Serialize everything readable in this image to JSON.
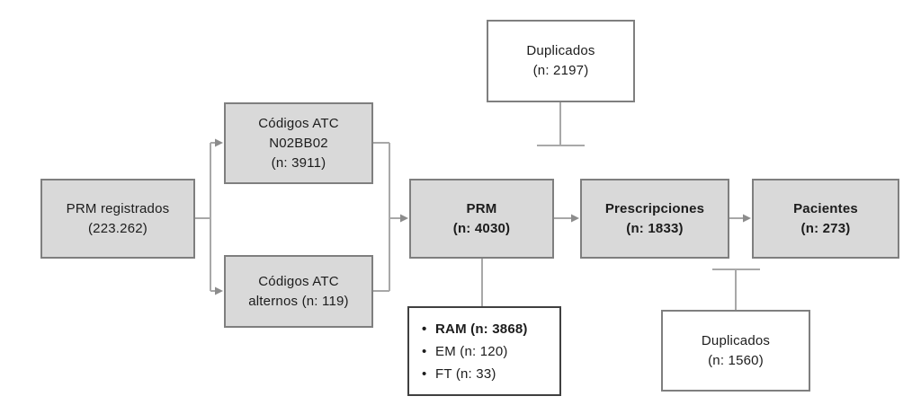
{
  "colors": {
    "page_bg": "#ffffff",
    "box_fill": "#d9d9d9",
    "box_border": "#7f7f7f",
    "white_fill": "#ffffff",
    "dark_border": "#404040",
    "connector": "#a8a8a8",
    "arrow": "#8c8c8c",
    "text": "#1c1c1c"
  },
  "diagram": {
    "prm_registrados": {
      "line1": "PRM registrados",
      "line2": "(223.262)"
    },
    "atc_no2bb02": {
      "line1": "Códigos ATC",
      "line2": "N02BB02",
      "line3": "(n: 3911)"
    },
    "atc_alternos": {
      "line1": "Códigos ATC",
      "line2": "alternos (n: 119)"
    },
    "prm": {
      "line1": "PRM",
      "line2": "(n: 4030)"
    },
    "prescripciones": {
      "line1": "Prescripciones",
      "line2": "(n: 1833)"
    },
    "pacientes": {
      "line1": "Pacientes",
      "line2": "(n: 273)"
    },
    "duplicados_top": {
      "line1": "Duplicados",
      "line2": "(n: 2197)"
    },
    "duplicados_bottom": {
      "line1": "Duplicados",
      "line2": "(n: 1560)"
    },
    "categorias_prm": {
      "items": [
        "RAM (n: 3868)",
        "EM (n: 120)",
        "FT (n: 33)"
      ]
    }
  }
}
